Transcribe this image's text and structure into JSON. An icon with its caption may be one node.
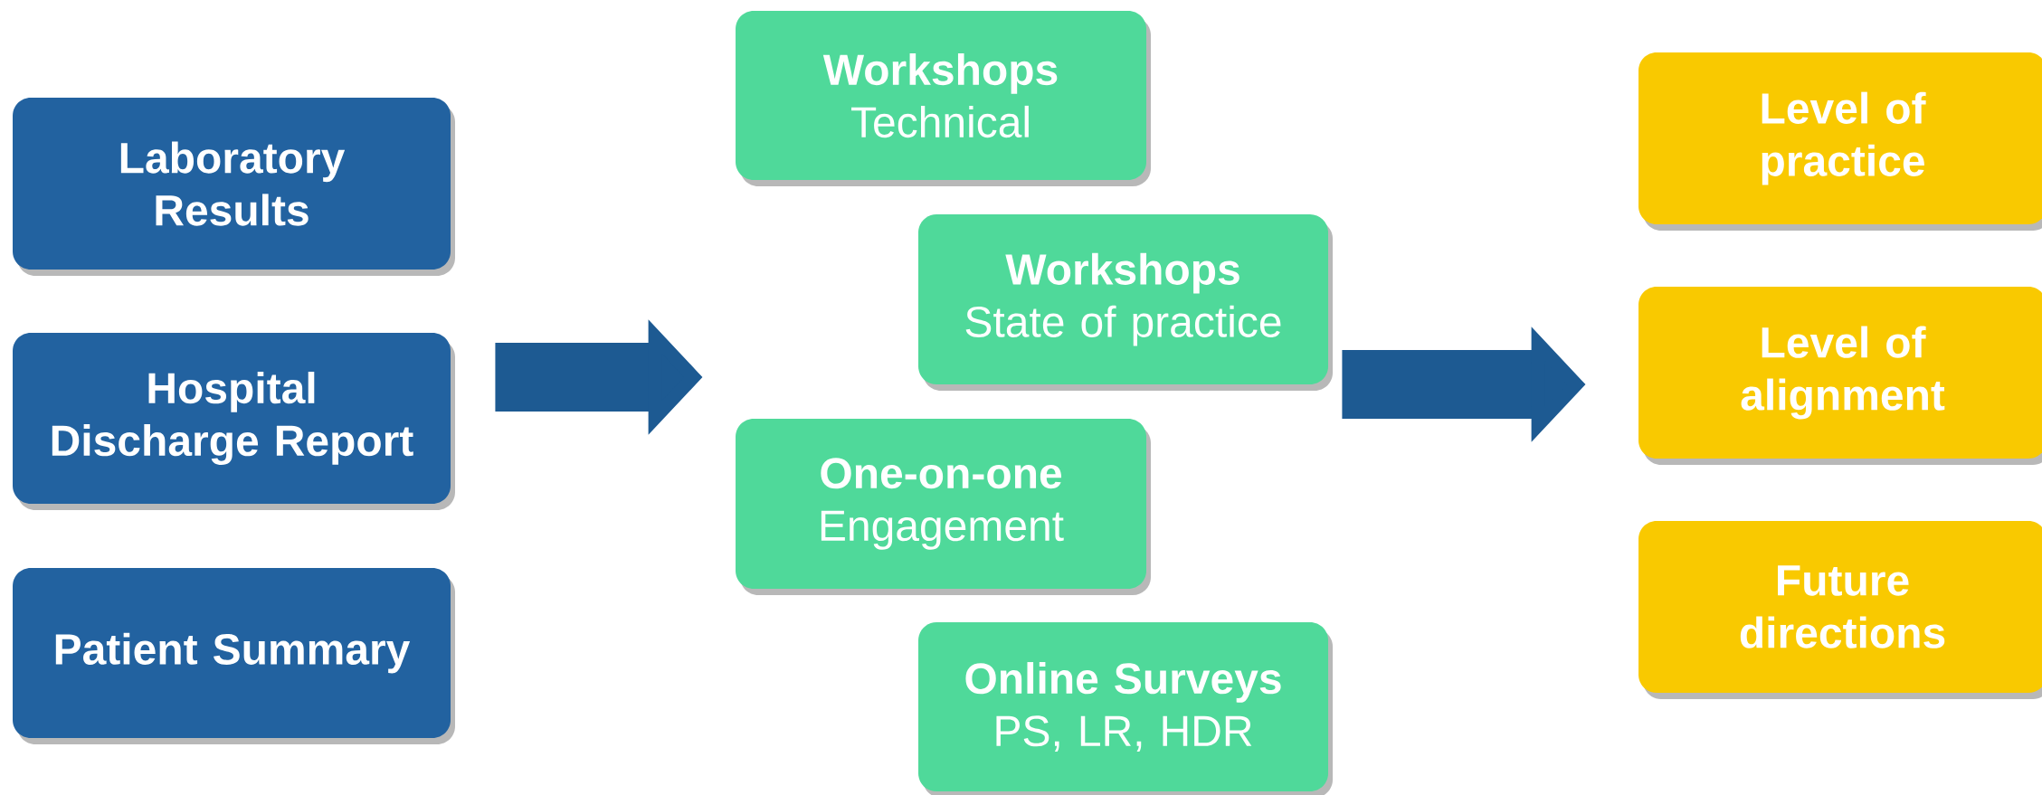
{
  "diagram": {
    "nodes": [
      {
        "text": [
          "Laboratory Results"
        ]
      },
      {
        "text": [
          "Hospital Discharge Report"
        ]
      },
      {
        "text": [
          "Patient Summary"
        ]
      },
      {
        "text": [
          "Workshops",
          "Technical"
        ]
      },
      {
        "text": [
          "Workshops",
          "State of practice"
        ]
      },
      {
        "text": [
          "One-on-one",
          "Engagement"
        ]
      },
      {
        "text": [
          "Online Surveys",
          "PS, LR, HDR"
        ]
      },
      {
        "text": [
          "Level of practice"
        ]
      },
      {
        "text": [
          "Level of alignment"
        ]
      },
      {
        "text": [
          "Future directions"
        ]
      }
    ],
    "edges": [
      {
        "from": 1,
        "to": 5,
        "arrow": "to"
      },
      {
        "from": 4,
        "to": 8,
        "arrow": "to"
      }
    ]
  }
}
